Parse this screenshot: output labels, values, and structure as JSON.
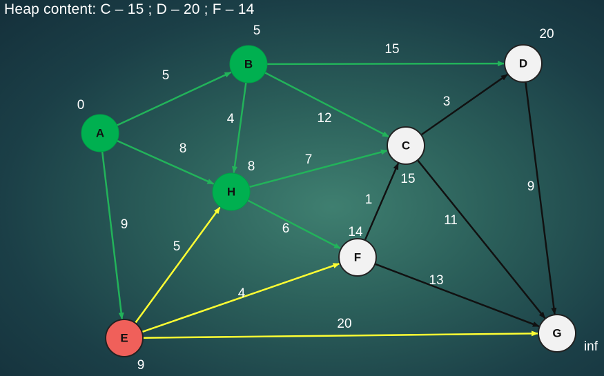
{
  "header": {
    "text": "Heap content:  C – 15 ; D – 20 ; F – 14"
  },
  "colors": {
    "visited_fill": "#00b050",
    "current_fill": "#f0605a",
    "unvisited_fill": "#f2f2f2",
    "edge_visited": "#22b35a",
    "edge_current": "#ffff33",
    "edge_unvisited": "#111111"
  },
  "nodes": [
    {
      "id": "A",
      "label": "A",
      "state": "visited",
      "dist": "0"
    },
    {
      "id": "B",
      "label": "B",
      "state": "visited",
      "dist": "5"
    },
    {
      "id": "D",
      "label": "D",
      "state": "unvisited",
      "dist": "20"
    },
    {
      "id": "C",
      "label": "C",
      "state": "unvisited",
      "dist": "15"
    },
    {
      "id": "H",
      "label": "H",
      "state": "visited",
      "dist": "8"
    },
    {
      "id": "F",
      "label": "F",
      "state": "unvisited",
      "dist": "14"
    },
    {
      "id": "E",
      "label": "E",
      "state": "current",
      "dist": "9"
    },
    {
      "id": "G",
      "label": "G",
      "state": "unvisited",
      "dist": "inf"
    }
  ],
  "edges": [
    {
      "from": "A",
      "to": "B",
      "weight": "5",
      "state": "visited"
    },
    {
      "from": "A",
      "to": "H",
      "weight": "8",
      "state": "visited"
    },
    {
      "from": "A",
      "to": "E",
      "weight": "9",
      "state": "visited"
    },
    {
      "from": "B",
      "to": "D",
      "weight": "15",
      "state": "visited"
    },
    {
      "from": "B",
      "to": "C",
      "weight": "12",
      "state": "visited"
    },
    {
      "from": "B",
      "to": "H",
      "weight": "4",
      "state": "visited"
    },
    {
      "from": "H",
      "to": "C",
      "weight": "7",
      "state": "visited"
    },
    {
      "from": "H",
      "to": "F",
      "weight": "6",
      "state": "visited"
    },
    {
      "from": "C",
      "to": "D",
      "weight": "3",
      "state": "unvisited"
    },
    {
      "from": "F",
      "to": "C",
      "weight": "1",
      "state": "unvisited"
    },
    {
      "from": "C",
      "to": "G",
      "weight": "11",
      "state": "unvisited"
    },
    {
      "from": "D",
      "to": "G",
      "weight": "9",
      "state": "unvisited"
    },
    {
      "from": "F",
      "to": "G",
      "weight": "13",
      "state": "unvisited"
    },
    {
      "from": "E",
      "to": "H",
      "weight": "5",
      "state": "current"
    },
    {
      "from": "E",
      "to": "F",
      "weight": "4",
      "state": "current"
    },
    {
      "from": "E",
      "to": "G",
      "weight": "20",
      "state": "current"
    }
  ]
}
